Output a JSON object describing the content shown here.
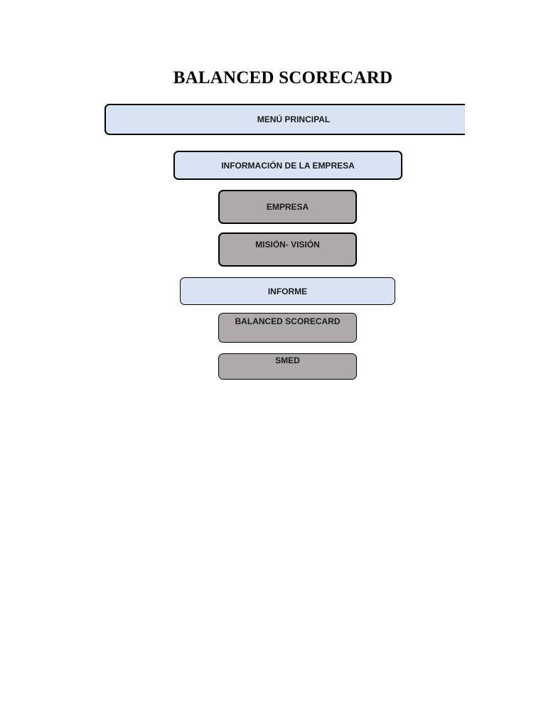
{
  "page": {
    "title": "BALANCED SCORECARD"
  },
  "menu": {
    "main_label": "MENÚ PRINCIPAL",
    "sections": [
      {
        "label": "INFORMACIÓN DE LA EMPRESA",
        "items": [
          {
            "label": "EMPRESA"
          },
          {
            "label": "MISIÓN- VISIÓN"
          }
        ]
      },
      {
        "label": "INFORME",
        "items": [
          {
            "label": "BALANCED SCORECARD"
          },
          {
            "label": "SMED"
          }
        ]
      }
    ]
  },
  "colors": {
    "section_fill": "#dae3f3",
    "item_fill": "#aeaaaa",
    "border": "#000000"
  }
}
